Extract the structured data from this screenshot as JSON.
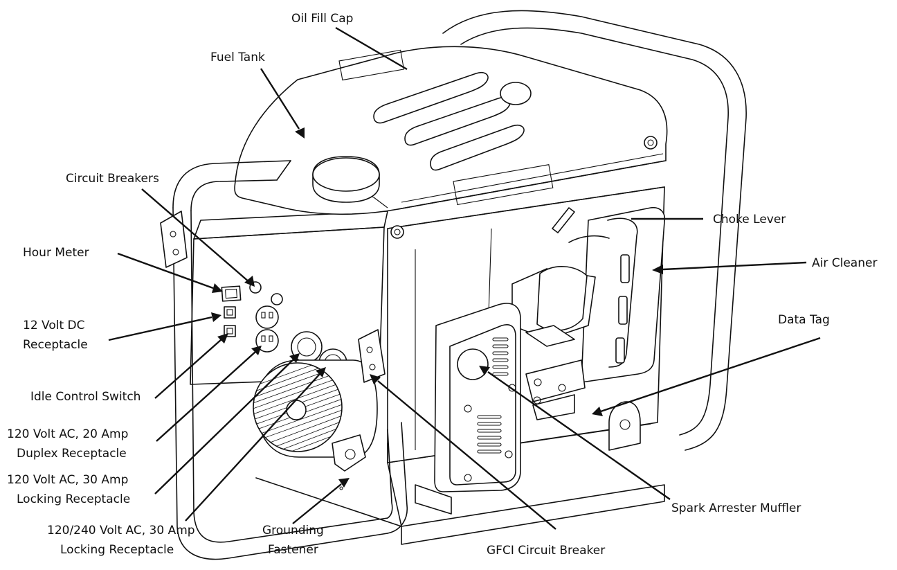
{
  "labels": {
    "oil_fill_cap": "Oil Fill Cap",
    "fuel_tank": "Fuel Tank",
    "circuit_breakers": "Circuit Breakers",
    "hour_meter": "Hour Meter",
    "dc_receptacle_1": "12 Volt DC",
    "dc_receptacle_2": "Receptacle",
    "idle_control_switch": "Idle Control Switch",
    "duplex_1": "120 Volt AC, 20 Amp",
    "duplex_2": "Duplex Receptacle",
    "locking30_1": "120 Volt AC, 30 Amp",
    "locking30_2": "Locking Receptacle",
    "locking240_1": "120/240 Volt AC, 30 Amp",
    "locking240_2": "Locking Receptacle",
    "grounding_1": "Grounding",
    "grounding_2": "Fastener",
    "gfci": "GFCI Circuit Breaker",
    "spark_arrester": "Spark Arrester Muffler",
    "choke_lever": "Choke Lever",
    "air_cleaner": "Air Cleaner",
    "data_tag": "Data Tag"
  }
}
